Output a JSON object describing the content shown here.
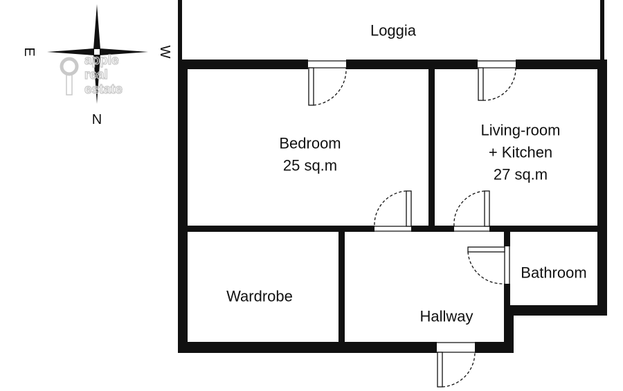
{
  "compass": {
    "east": "E",
    "west": "W",
    "north": "N"
  },
  "watermark": {
    "line1": "apple",
    "line2": "real",
    "line3": "estate"
  },
  "rooms": {
    "loggia": "Loggia",
    "bedroom_name": "Bedroom",
    "bedroom_area": "25 sq.m",
    "living_line1": "Living-room",
    "living_line2": "+ Kitchen",
    "living_area": "27 sq.m",
    "wardrobe": "Wardrobe",
    "hallway": "Hallway",
    "bathroom": "Bathroom"
  },
  "colors": {
    "wall": "#111111",
    "background": "#ffffff",
    "watermark": "#c9c9c9"
  }
}
